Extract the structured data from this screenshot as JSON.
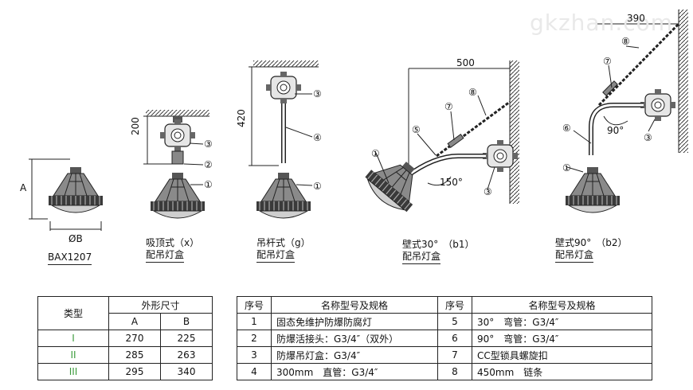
{
  "watermark": "gkzhan.com",
  "dims": {
    "a_label": "A",
    "ob_label": "ØB",
    "d200": "200",
    "d420": "420",
    "d500": "500",
    "d390": "390",
    "a150": "150°",
    "a90": "90°"
  },
  "callouts": [
    "①",
    "②",
    "③",
    "④",
    "⑤",
    "⑥",
    "⑦",
    "⑧"
  ],
  "captions": {
    "model": "BAX1207",
    "x_line1": "吸顶式（x）",
    "x_line2": "配吊灯盒",
    "g_line1": "吊杆式（g）",
    "g_line2": "配吊灯盒",
    "b1_line1": "壁式30°　（b1）",
    "b1_line2": "配吊灯盒",
    "b2_line1": "壁式90°　（b2）",
    "b2_line2": "配吊灯盒"
  },
  "dim_table": {
    "h_type": "类型",
    "h_size": "外形尺寸",
    "h_a": "A",
    "h_b": "B",
    "rows": [
      {
        "type": "I",
        "a": "270",
        "b": "225"
      },
      {
        "type": "II",
        "a": "285",
        "b": "263"
      },
      {
        "type": "III",
        "a": "295",
        "b": "340"
      }
    ]
  },
  "parts_table": {
    "h_no": "序号",
    "h_name": "名称型号及规格",
    "rows": [
      {
        "n1": "1",
        "name1": "固态免维护防爆防腐灯",
        "n2": "5",
        "name2": "30°　弯管：G3/4″"
      },
      {
        "n1": "2",
        "name1": "防爆活接头：G3/4″（双外）",
        "n2": "6",
        "name2": "90°　弯管：G3/4″"
      },
      {
        "n1": "3",
        "name1": "防爆吊灯盒：G3/4″",
        "n2": "7",
        "name2": "CC型锁具螺旋扣"
      },
      {
        "n1": "4",
        "name1": "300mm　直管：G3/4″",
        "n2": "8",
        "name2": "450mm　链条"
      }
    ]
  },
  "colors": {
    "line": "#222222",
    "type_text": "#3a9a3a"
  }
}
